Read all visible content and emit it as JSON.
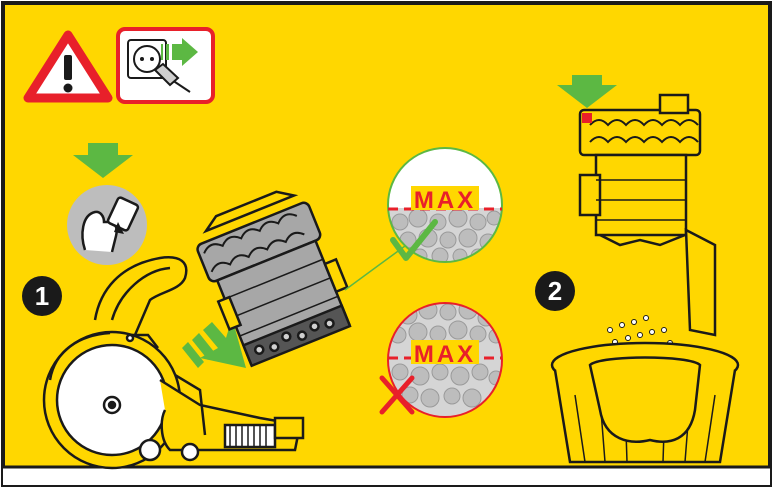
{
  "colors": {
    "background": "#ffd700",
    "border": "#1a1a1a",
    "warning_red": "#e8202a",
    "arrow_green": "#5cb843",
    "check_green": "#5cb843",
    "dust_grey": "#bdbdbd",
    "outline": "#1a1a1a"
  },
  "warning": {
    "icon": "warning-triangle-icon",
    "unplug_icon": "unplug-power-icon"
  },
  "steps": [
    {
      "number": "1"
    },
    {
      "number": "2"
    }
  ],
  "bin_good": {
    "label": "MAX",
    "indicator": "check-icon"
  },
  "bin_bad": {
    "label": "MAX",
    "indicator": "cross-icon"
  }
}
